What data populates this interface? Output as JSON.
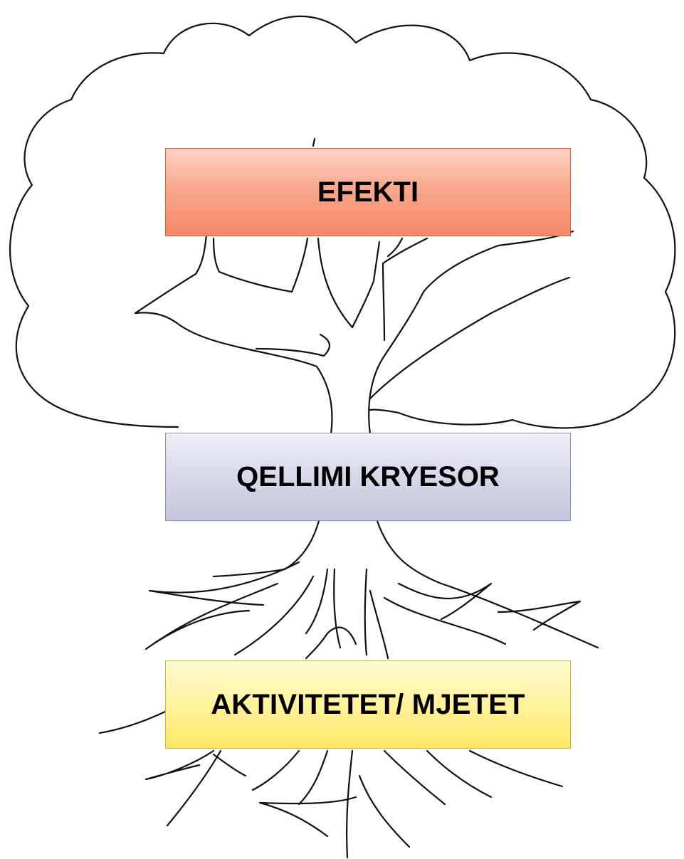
{
  "diagram": {
    "boxes": [
      {
        "id": "effect",
        "label": "EFEKTI",
        "fill": "#f8a88d",
        "border": "#d65f3a"
      },
      {
        "id": "goal",
        "label": "QELLIMI KRYESOR",
        "fill": "#d5d6e6",
        "border": "#8e8fa8"
      },
      {
        "id": "activities",
        "label": "AKTIVITETET/ MJETET",
        "fill": "#fff196",
        "border": "#d6b52a"
      }
    ],
    "illustration": "tree-outline"
  }
}
